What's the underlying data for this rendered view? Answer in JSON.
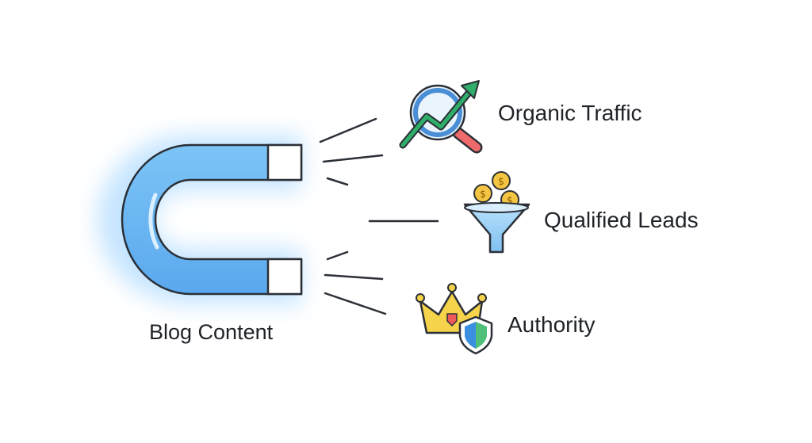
{
  "diagram": {
    "source": {
      "label": "Blog Content",
      "icon": "magnet-icon"
    },
    "outcomes": [
      {
        "label": "Organic Traffic",
        "icon": "magnifier-growth-icon"
      },
      {
        "label": "Qualified Leads",
        "icon": "coin-funnel-icon"
      },
      {
        "label": "Authority",
        "icon": "crown-shield-icon"
      }
    ],
    "colors": {
      "magnet": "#6bb8f2",
      "magnet_glow": "#bfe2ff",
      "outline": "#2b2f36",
      "growth_arrow": "#2fae6a",
      "magnifier_handle": "#ef6b6b",
      "coin": "#f4c542",
      "funnel": "#9fd3f7",
      "crown": "#f5d34a",
      "crown_gem": "#ef5b5b",
      "shield_blue": "#3a8fe0",
      "shield_green": "#4fbf7a"
    }
  }
}
